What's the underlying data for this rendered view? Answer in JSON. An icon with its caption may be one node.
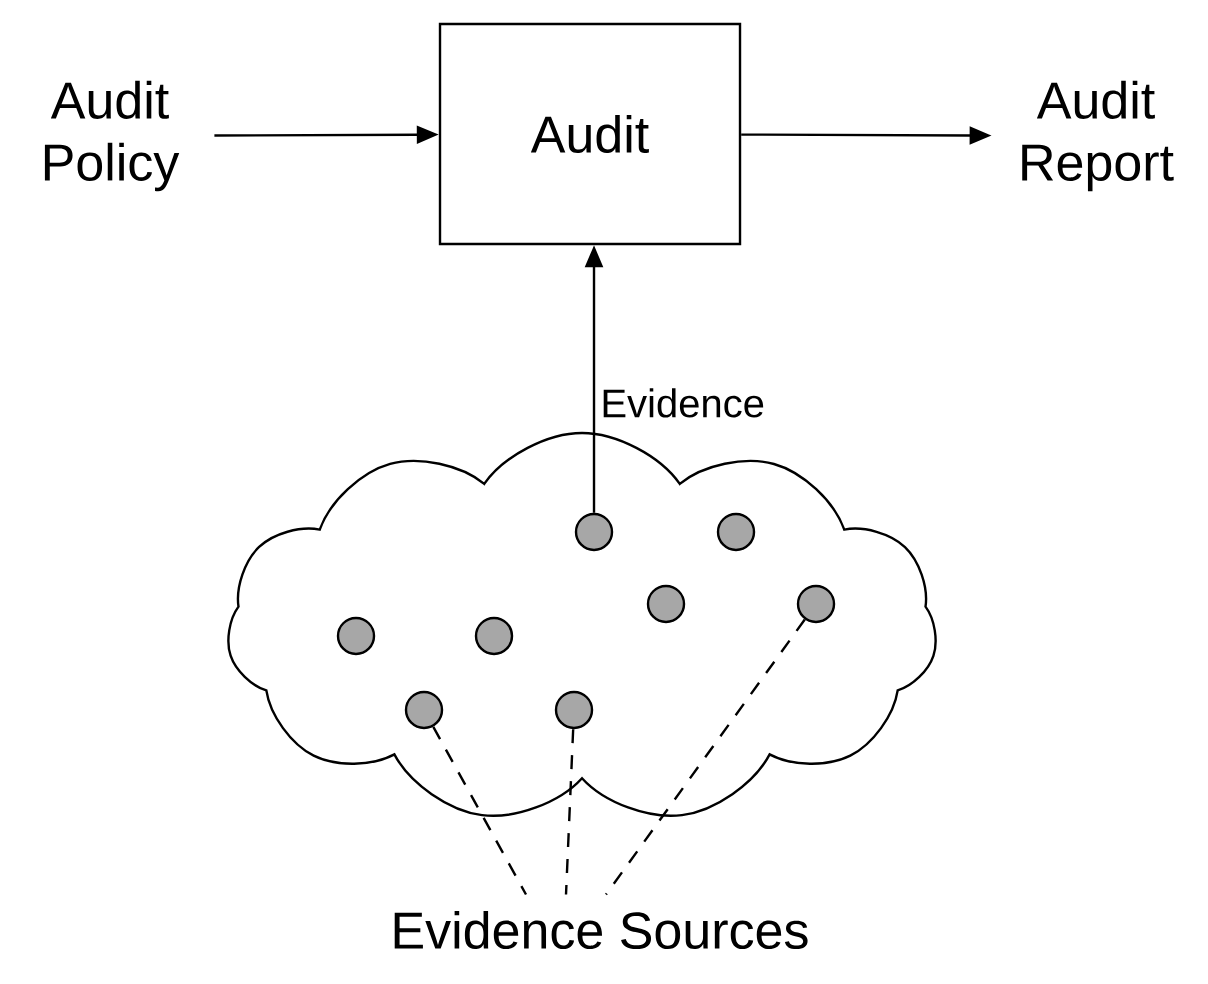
{
  "diagram": {
    "nodes": [
      {
        "text": [
          "Audit Policy"
        ]
      },
      {
        "text": [
          "Audit"
        ]
      },
      {
        "text": [
          "Audit Report"
        ]
      },
      {
        "text": [],
        "shape": "cloud"
      },
      {
        "text": [],
        "shape": "circle",
        "in": 3
      },
      {
        "text": [],
        "shape": "circle",
        "in": 3
      },
      {
        "text": [],
        "shape": "circle",
        "in": 3
      },
      {
        "text": [],
        "shape": "circle",
        "in": 3
      },
      {
        "text": [],
        "shape": "circle",
        "in": 3
      },
      {
        "text": [],
        "shape": "circle",
        "in": 3
      },
      {
        "text": [],
        "shape": "circle",
        "in": 3
      },
      {
        "text": [],
        "shape": "circle",
        "in": 3
      },
      {
        "text": [
          "Evidence Sources"
        ]
      }
    ],
    "edges": [
      {
        "from": 0,
        "to": 1,
        "arrow": "to"
      },
      {
        "from": 1,
        "to": 2,
        "arrow": "to"
      },
      {
        "from": 4,
        "to": 1,
        "arrow": "to",
        "label": "Evidence"
      },
      {
        "from": 10,
        "to": 12,
        "arrow": "none",
        "style": "dashed"
      },
      {
        "from": 11,
        "to": 12,
        "arrow": "none",
        "style": "dashed"
      },
      {
        "from": 7,
        "to": 12,
        "arrow": "none",
        "style": "dashed"
      }
    ]
  }
}
